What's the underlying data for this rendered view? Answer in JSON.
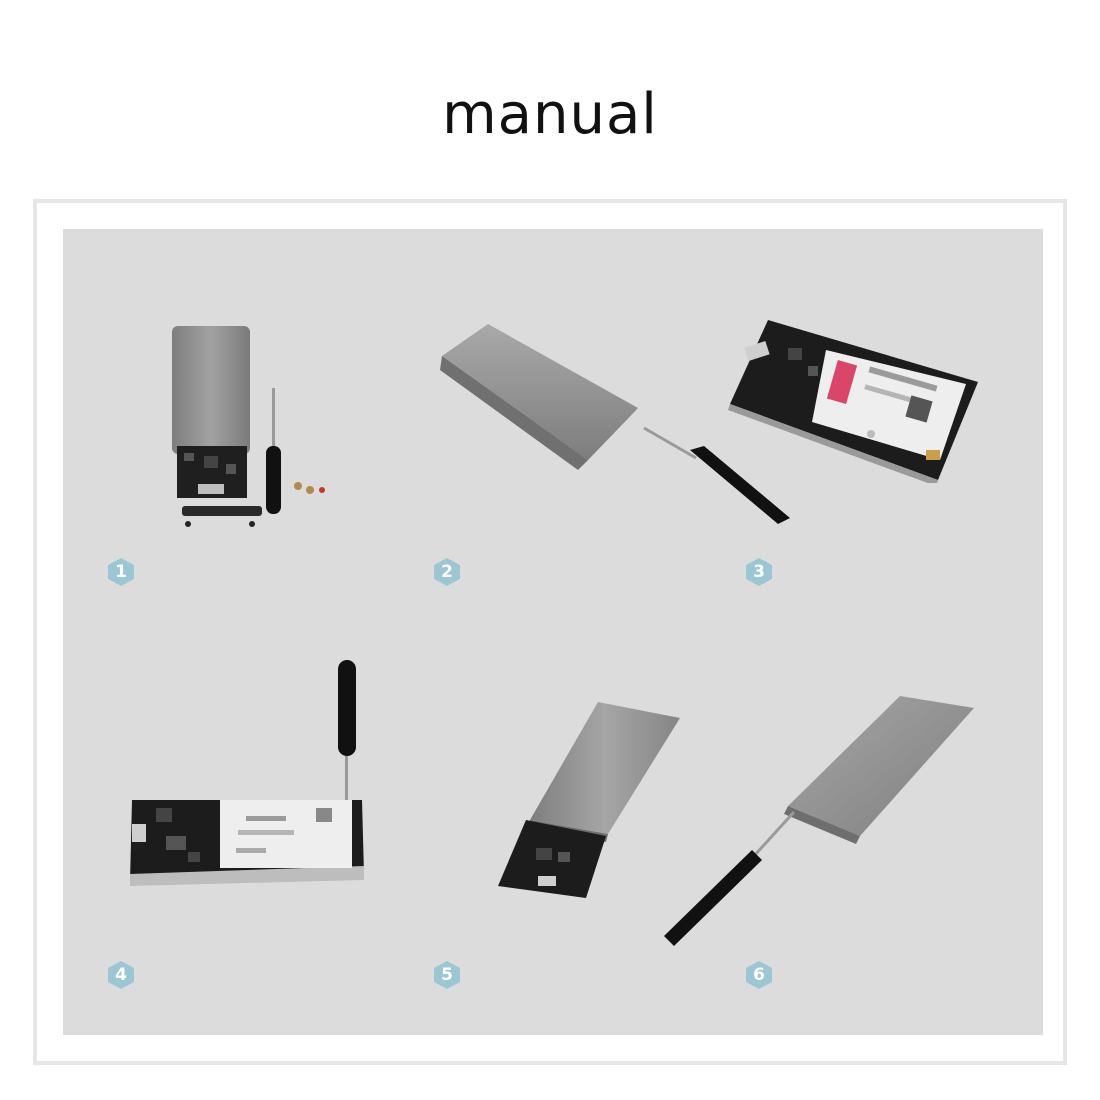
{
  "title": "manual",
  "steps": [
    {
      "number": "1",
      "icon": "case-open-with-screwdriver"
    },
    {
      "number": "2",
      "icon": "screwdriver-removing-end-cap"
    },
    {
      "number": "3",
      "icon": "ssd-on-board"
    },
    {
      "number": "4",
      "icon": "screwdriver-fastening-ssd"
    },
    {
      "number": "5",
      "icon": "board-sliding-into-case"
    },
    {
      "number": "6",
      "icon": "screwdriver-closing-case"
    }
  ],
  "colors": {
    "panel": "#dcdcdc",
    "frame": "#e6e6e6",
    "case": "#8f8f8f",
    "badge": "#9cc6d4"
  }
}
